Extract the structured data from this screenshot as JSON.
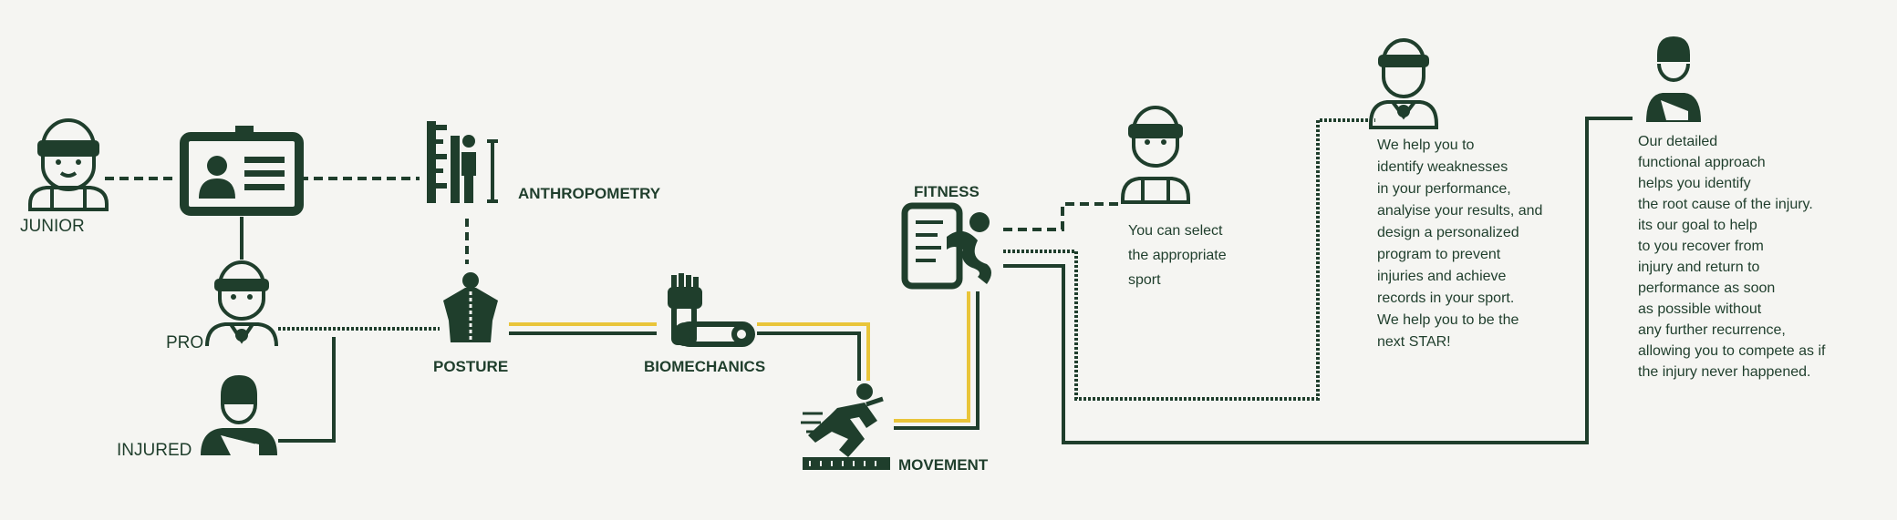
{
  "colors": {
    "dark_green": "#1f3e2c",
    "accent_yellow": "#e9c53a",
    "background": "#f5f5f2"
  },
  "labels": {
    "junior": "JUNIOR",
    "pro": "PRO",
    "injured": "INJURED",
    "anthropometry": "ANTHROPOMETRY",
    "posture": "POSTURE",
    "biomechanics": "BIOMECHANICS",
    "movement": "MOVEMENT",
    "fitness": "FITNESS"
  },
  "texts": {
    "junior_card": [
      "You can select",
      "the appropriate",
      "sport"
    ],
    "pro_card": [
      "We help you to",
      "identify weaknesses",
      "in your performance,",
      "analyise your results, and",
      "design a personalized",
      "program to prevent",
      "injuries and achieve",
      " records in your sport.",
      "We help you to be the",
      "next STAR!"
    ],
    "injured_card": [
      "Our detailed",
      "functional approach",
      "helps you identify",
      "the root cause  of the injury.",
      "its our goal to help",
      "to you recover from",
      "injury and return to",
      "performance as soon",
      "as possible without",
      "any further recurrence,",
      "allowing you to compete as if",
      " the injury never happened."
    ]
  },
  "icons": [
    "junior-avatar-icon",
    "id-card-icon",
    "anthropometry-icon",
    "pro-avatar-icon",
    "posture-spine-icon",
    "injured-avatar-icon",
    "robotic-arm-icon",
    "running-athlete-icon",
    "fitness-document-icon",
    "fitness-junior-icon",
    "fitness-pro-icon",
    "fitness-injured-icon"
  ]
}
